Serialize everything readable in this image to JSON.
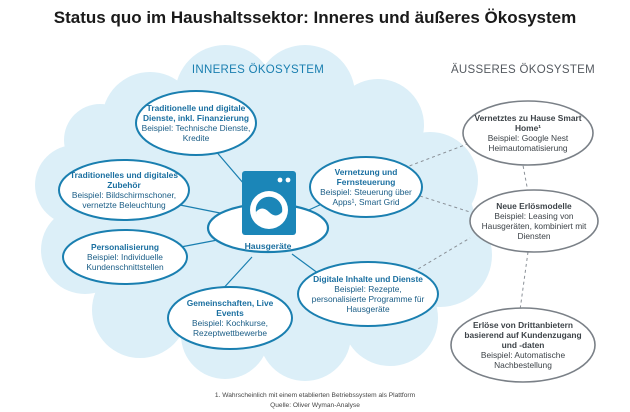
{
  "title": "Status quo im Haushaltssektor: Inneres und äußeres Ökosystem",
  "sections": {
    "inner": "INNERES ÖKOSYSTEM",
    "outer": "ÄUSSERES ÖKOSYSTEM"
  },
  "hub": {
    "label": "Hausgeräte",
    "icon": "washing-machine-icon"
  },
  "inner_nodes": [
    {
      "title": "Traditionelle und digitale Dienste, inkl. Finanzierung",
      "detail": "Beispiel: Technische Dienste, Kredite"
    },
    {
      "title": "Traditionelles und digitales Zubehör",
      "detail": "Beispiel: Bildschirmschoner, vernetzte Beleuchtung"
    },
    {
      "title": "Personalisierung",
      "detail": "Beispiel: Individuelle Kundenschnittstellen"
    },
    {
      "title": "Gemeinschaften, Live Events",
      "detail": "Beispiel: Kochkurse, Rezeptwettbewerbe"
    },
    {
      "title": "Vernetzung und Fernsteuerung",
      "detail": "Beispiel: Steuerung über Apps¹, Smart Grid"
    },
    {
      "title": "Digitale Inhalte und Dienste",
      "detail": "Beispiel: Rezepte, personalisierte Programme für Hausgeräte"
    }
  ],
  "outer_nodes": [
    {
      "title": "Vernetztes zu Hause Smart Home¹",
      "detail": "Beispiel: Google Nest Heimautomatisierung"
    },
    {
      "title": "Neue Erlösmodelle",
      "detail": "Beispiel: Leasing von Hausgeräten, kombiniert mit Diensten"
    },
    {
      "title": "Erlöse von Drittanbietern basierend auf Kundenzugang und -daten",
      "detail": "Beispiel: Automatische Nachbestellung"
    }
  ],
  "footnote": "1. Wahrscheinlich mit einem etablierten Betriebssystem als Plattform",
  "source": "Quelle: Oliver Wyman-Analyse",
  "colors": {
    "inner_stroke": "#1a7fb0",
    "cloud_fill": "#dceff8",
    "outer_stroke": "#7a8087",
    "title_text": "#1a1a1a"
  }
}
